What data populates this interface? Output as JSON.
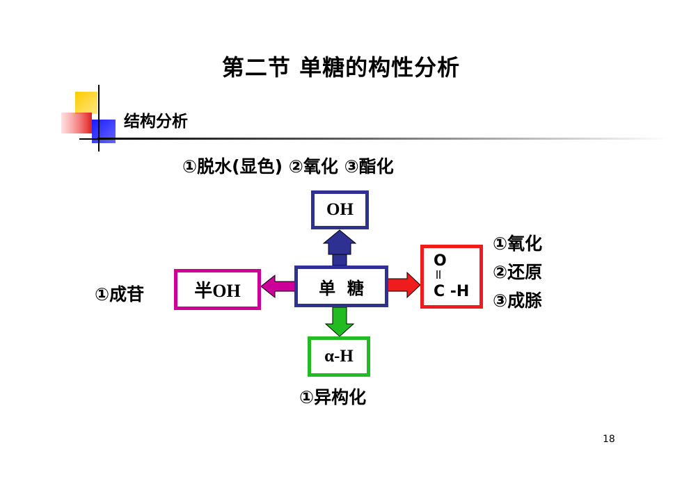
{
  "slide": {
    "title": "第二节  单糖的构性分析",
    "subtitle": "结构分析",
    "oh_reactions": "①脱水(显色)  ②氧化  ③酯化",
    "page_number": "18"
  },
  "diagram": {
    "center": "单  糖",
    "top": "OH",
    "left": "半OH",
    "bottom": "α-H",
    "right": {
      "atom_top": "O",
      "atom_bottom": "C -H"
    },
    "left_reaction": "①成苷",
    "bottom_reaction": "①异构化",
    "right_reactions": [
      "①氧化",
      "②还原",
      "③成脎"
    ]
  },
  "colors": {
    "blue": "#2e3192",
    "magenta": "#cc0099",
    "green": "#22bb22",
    "red": "#ee1c1c",
    "yellow": "#ffcc00"
  },
  "icons": {
    "corner_ornament": "square-cluster-ornament"
  }
}
